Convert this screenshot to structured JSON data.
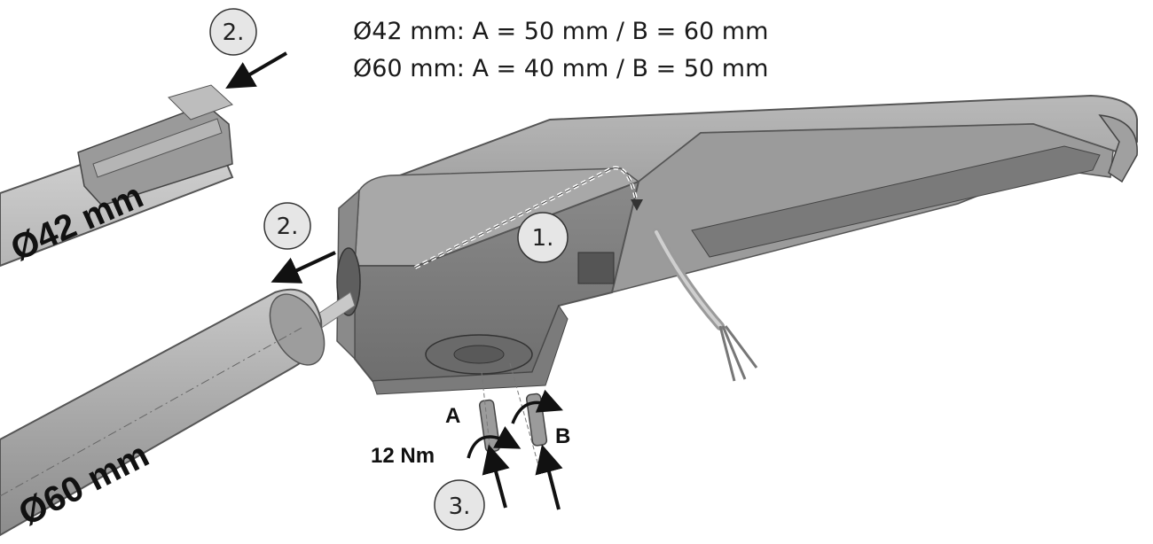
{
  "spec_lines": [
    "Ø42 mm: A = 50 mm / B = 60 mm",
    "Ø60 mm: A = 40 mm / B = 50 mm"
  ],
  "steps": {
    "one": "1.",
    "two_top": "2.",
    "two_mid": "2.",
    "three": "3."
  },
  "pipes": {
    "small": "Ø42 mm",
    "large": "Ø60 mm"
  },
  "screws": {
    "a": "A",
    "b": "B",
    "torque": "12 Nm"
  }
}
